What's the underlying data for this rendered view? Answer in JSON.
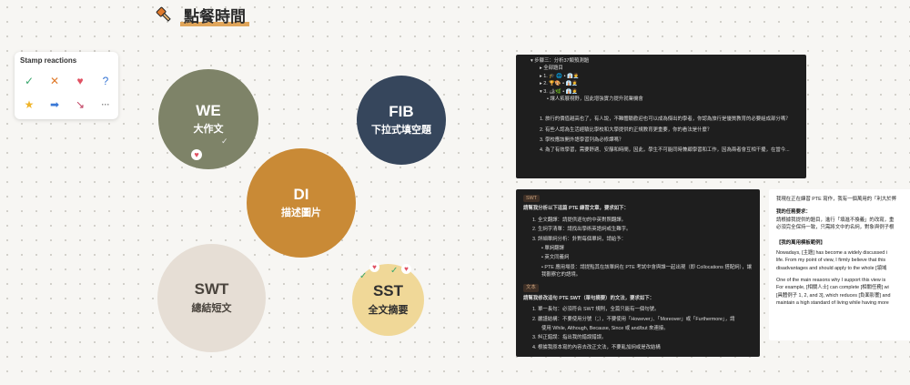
{
  "page": {
    "title": "點餐時間"
  },
  "stamps": {
    "title": "Stamp reactions",
    "items": [
      {
        "name": "check-icon",
        "glyph": "✓",
        "color": "#3aa76d"
      },
      {
        "name": "cross-icon",
        "glyph": "✕",
        "color": "#e07b2c"
      },
      {
        "name": "heart-icon",
        "glyph": "♥",
        "color": "#e05263"
      },
      {
        "name": "question-icon",
        "glyph": "?",
        "color": "#3574d4"
      },
      {
        "name": "star-icon",
        "glyph": "★",
        "color": "#f0b429"
      },
      {
        "name": "arrow-right-icon",
        "glyph": "➡",
        "color": "#3a78d6"
      },
      {
        "name": "chart-down-icon",
        "glyph": "↘",
        "color": "#c04060"
      },
      {
        "name": "more-icon",
        "glyph": "···",
        "color": "#777777"
      }
    ]
  },
  "circles": {
    "we": {
      "code": "WE",
      "label": "大作文"
    },
    "fib": {
      "code": "FIB",
      "label": "下拉式填空題"
    },
    "di": {
      "code": "DI",
      "label": "描述圖片"
    },
    "swt": {
      "code": "SWT",
      "label": "總結短文"
    },
    "sst": {
      "code": "SST",
      "label": "全文摘要"
    }
  },
  "panel1": {
    "lines": [
      "▾ 步驟三：分析37類預測題",
      "▸ 全部題目",
      "▸ 1. 🎓 🌐 • 👔🧑‍💼",
      "▸ 2. 🏆🎨 • 👔🧑‍💼",
      "▾ 3. 🏕🌿 • 👔🧑‍💼",
      "• 讓人拓展視野，因此增強實力提升就業機會",
      "1. 旅行的價值越高也了，有人說，不難體驗歡迎也可以成為傑出的學者，你認為旅行是優質教育的必要組成部分嗎？",
      "2. 有些人認為生活經驗比學校和大學提供的正規教育更重要，你的看法是什麼？",
      "3. 學校應該開外語學習列為必修課嗎？",
      "4. 為了有效學習，需要舒適、安靜和時間，因此，學生不可能同時兼顧學習和工作，因為兩者會互相干擾，在當今..."
    ]
  },
  "panel2": {
    "tag1": "SWT",
    "intro": "請幫我分析以下這篇 PTE 練習文章，要求如下：",
    "items": [
      "1. 全文翻譯：請提供逐句的中英對照翻譯。",
      "2. 生詞字清單：請找出學術英語詞或生難字。",
      "3. 詳細單詞分析：針對每個單詞，請給予：",
      "• 單詞翻譯",
      "• 英文同義詞",
      "• PTE 應用場景：請提點其在該單詞在 PTE 考試中會與誰一起出現（即 Collocations 搭配詞），讓我觀察它的語境。"
    ],
    "tag2": "文本",
    "intro2": "請幫我修改這句 PTE SWT（單句摘要）的文法，要求如下：",
    "items2": [
      "1. 單一長句：必須符合 SWT 規則，全篇只能有一個句號。",
      "2. 嚴謹結構：不要使用分號（；），不要使用「However」、「Moreover」或「Furthermore」，請",
      "使用 While, Although, Because, Since 或 and/but 來連接。",
      "3. 糾正錯誤：指出我的錯誤錯誤。",
      "4. 根據我原本寫的內容去改正文法，不要亂加詞或是改結構"
    ]
  },
  "panel3": {
    "lines": [
      "我現在正在練習 PTE 寫作，我有一個萬用的「利大於弊",
      "我的任務要求：",
      "請根據我提供的題目，進行「填進不換義」的改寫，重",
      "必須完全保持一致，只需將文中的名詞，對象與例子根",
      "【我的萬用模板範例】",
      "Nowadays, [主題] has become a widely discussed i",
      "life. From my point of view, I firmly believe that this",
      "disadvantages and should apply to the whole [領域",
      "One of the main reasons why I support this view is",
      "For example, [相關人士] can complete [相關任務] wi",
      "[具體例子 1, 2, and 3], which reduces [負面影響] and",
      "maintain a high standard of living while having more"
    ]
  }
}
